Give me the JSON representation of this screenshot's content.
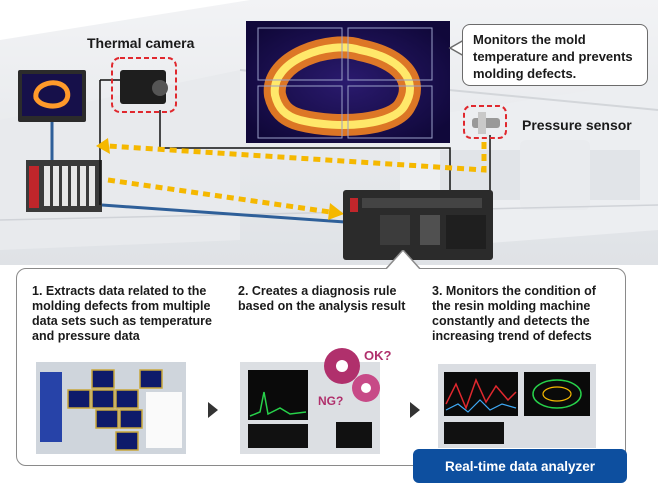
{
  "labels": {
    "thermal_camera": "Thermal camera",
    "pressure_sensor": "Pressure sensor",
    "callout": "Monitors the mold temperature and prevents molding defects."
  },
  "steps": [
    {
      "text": "1. Extracts data related to the molding defects from multiple data sets such as temperature and pressure data"
    },
    {
      "text": "2. Creates a diagnosis rule based on the analysis result"
    },
    {
      "text": "3. Monitors the condition of the resin molding machine constantly and detects the increasing trend of defects"
    }
  ],
  "gear_labels": {
    "ok": "OK?",
    "ng": "NG?"
  },
  "badge": "Real-time data analyzer",
  "colors": {
    "dashed_arrow": "#f5b800",
    "badge": "#0d4f9f",
    "highlight": "#e0282e"
  }
}
